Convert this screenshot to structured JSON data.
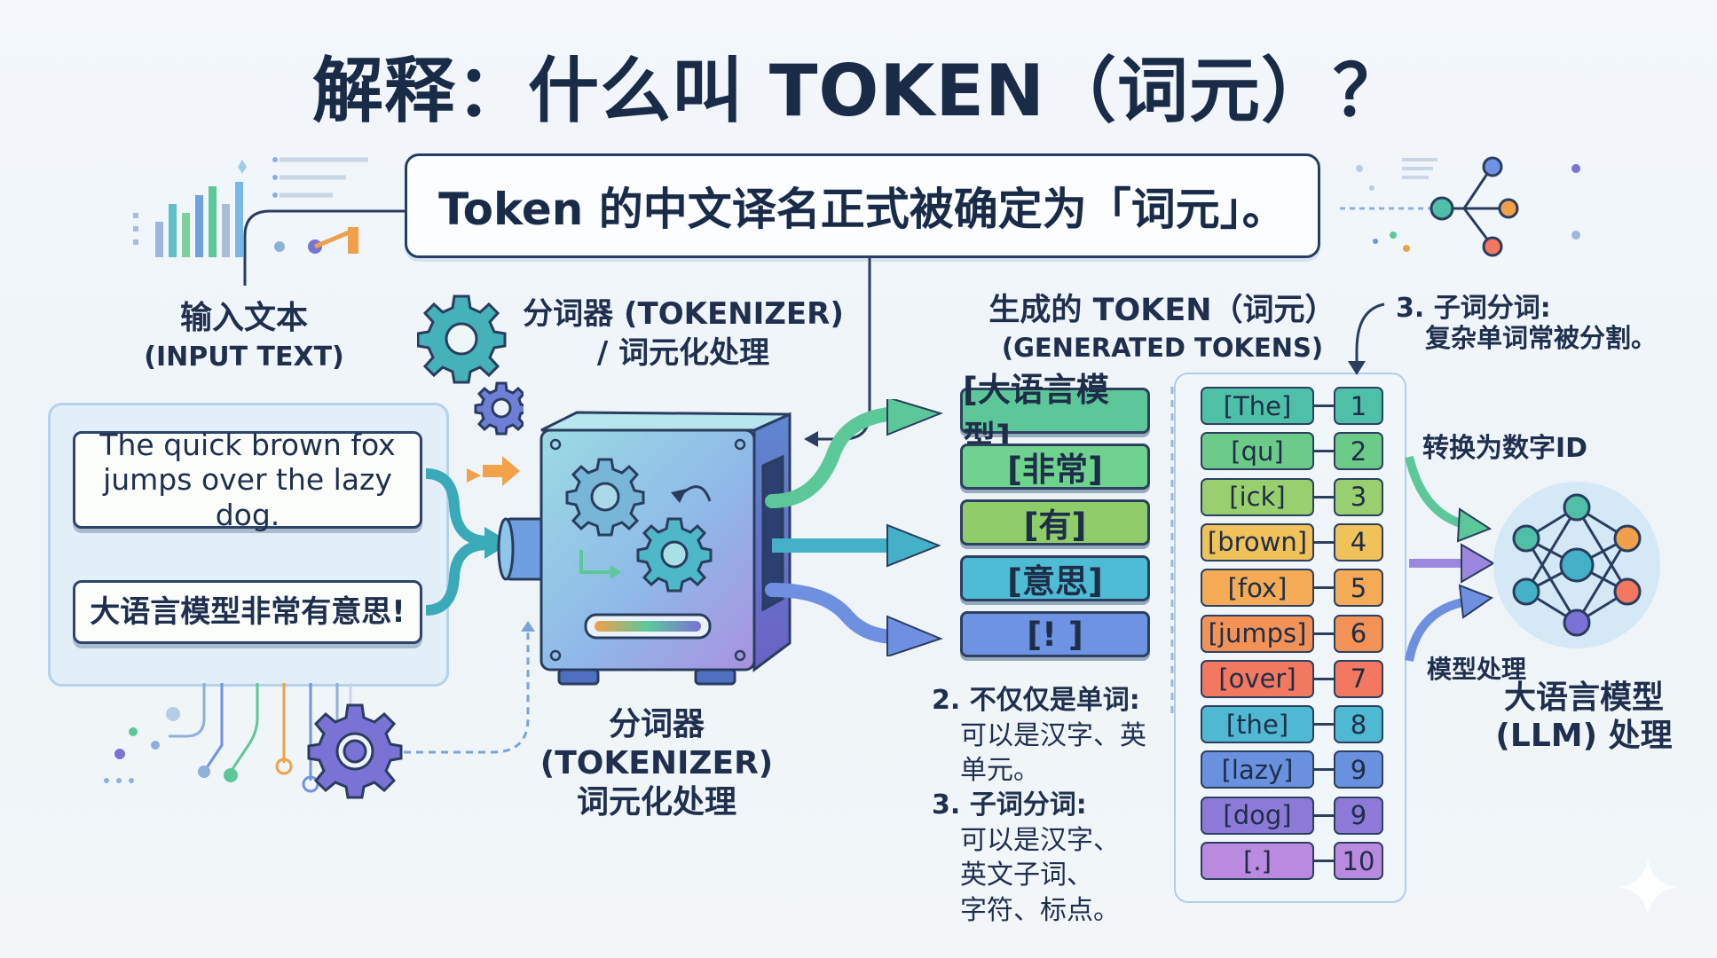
{
  "title": "解释：什么叫 TOKEN（词元）？",
  "callout": "Token 的中文译名正式被确定为「词元」。",
  "input": {
    "title": "输入文本",
    "subtitle": "(INPUT TEXT)",
    "english_line1": "The quick brown fox",
    "english_line2": "jumps over the lazy dog.",
    "chinese": "大语言模型非常有意思!"
  },
  "tokenizer_top": {
    "line1": "分词器 (TOKENIZER)",
    "line2": "/ 词元化处理"
  },
  "tokenizer_bottom": {
    "line1": "分词器",
    "line2": "(TOKENIZER)",
    "line3": "词元化处理"
  },
  "generated": {
    "title": "生成的 TOKEN（词元）",
    "subtitle": "(GENERATED TOKENS)"
  },
  "chinese_tokens": [
    {
      "text": "[大语言模型]",
      "color": "#5ec79a"
    },
    {
      "text": "[非常]",
      "color": "#6fd38f"
    },
    {
      "text": "[有]",
      "color": "#8fcd6a"
    },
    {
      "text": "[意思]",
      "color": "#4fbcd6"
    },
    {
      "text": "[! ]",
      "color": "#6f93e4"
    }
  ],
  "english_tokens": [
    {
      "text": "[The]",
      "id": "1",
      "color": "#4fc0a8"
    },
    {
      "text": "[qu]",
      "id": "2",
      "color": "#6ccb88"
    },
    {
      "text": "[ick]",
      "id": "3",
      "color": "#99cf6e"
    },
    {
      "text": "[brown]",
      "id": "4",
      "color": "#f1c15a"
    },
    {
      "text": "[fox]",
      "id": "5",
      "color": "#f5ab55"
    },
    {
      "text": "[jumps]",
      "id": "6",
      "color": "#f39257"
    },
    {
      "text": "[over]",
      "id": "7",
      "color": "#f2785f"
    },
    {
      "text": "[the]",
      "id": "8",
      "color": "#4fb8d2"
    },
    {
      "text": "[lazy]",
      "id": "9",
      "color": "#6a90e0"
    },
    {
      "text": "[dog]",
      "id": "9",
      "color": "#8d7ad8"
    },
    {
      "text": "[.]",
      "id": "10",
      "color": "#b98ae0"
    }
  ],
  "notes": {
    "n2_title": "2. 不仅仅是单词:",
    "n2_line1": "可以是汉字、英",
    "n2_line2": "单元。",
    "n3_title": "3. 子词分词:",
    "n3_line1": "可以是汉字、",
    "n3_line2": "英文子词、",
    "n3_line3": "字符、标点。"
  },
  "right": {
    "subword_title": "3. 子词分词:",
    "subword_desc": "复杂单词常被分割。",
    "to_id": "转换为数字ID",
    "model_proc": "模型处理",
    "llm_line1": "大语言模型",
    "llm_line2": "(LLM) 处理"
  },
  "icons": [
    "gear-icon",
    "neural-network-icon",
    "arrow-icon",
    "tree-network-icon",
    "bar-chart-icon",
    "sparkle-icon"
  ],
  "colors": {
    "navy": "#1a2b48",
    "teal": "#3aa9b8",
    "green": "#5cc89a",
    "purple": "#7b72d6",
    "orange": "#f0a04a"
  }
}
